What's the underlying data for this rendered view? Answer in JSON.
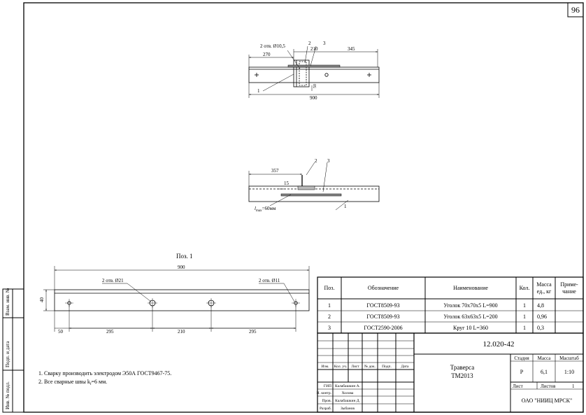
{
  "sheet_number": "96",
  "top_view": {
    "dim_holes": "2 отв. Ø10,5",
    "dim_270": "270",
    "dim_210": "210",
    "dim_345": "345",
    "dim_900": "900",
    "dim_50": "50",
    "callout_1": "1",
    "callout_2": "2",
    "callout_3": "3"
  },
  "side_view": {
    "dim_357": "357",
    "dim_15": "15",
    "weld_note": "l",
    "weld_sub": "max",
    "weld_value": "=60мм",
    "callout_1": "1",
    "callout_2": "2",
    "callout_3": "3"
  },
  "part_view": {
    "title": "Поз. 1",
    "dim_900": "900",
    "dim_40": "40",
    "hole_21": "2 отв. Ø21",
    "hole_11": "2 отв. Ø11",
    "dim_50": "50",
    "dim_295a": "295",
    "dim_210": "210",
    "dim_295b": "295"
  },
  "notes": {
    "n1": "1. Сварку производить электродом Э50А ГОСТ9467-75.",
    "n2_pre": "2. Все сварные швы k",
    "n2_sub": "f",
    "n2_post": "=6 мм."
  },
  "spec_table": {
    "headers": {
      "pos": "Поз.",
      "designation": "Обозначение",
      "name": "Наименование",
      "qty": "Кол.",
      "mass1": "Масса",
      "mass2": "ед., кг",
      "note1": "Приме-",
      "note2": "чание"
    },
    "rows": [
      {
        "pos": "1",
        "designation": "ГОСТ8509-93",
        "name": "Уголок 70х70х5 L=900",
        "qty": "1",
        "mass": "4,8"
      },
      {
        "pos": "2",
        "designation": "ГОСТ8509-93",
        "name": "Уголок 63х63х5 L=200",
        "qty": "1",
        "mass": "0,96"
      },
      {
        "pos": "3",
        "designation": "ГОСТ2590-2006",
        "name": "Круг 10 L=360",
        "qty": "1",
        "mass": "0,3"
      }
    ]
  },
  "title_block": {
    "doc_code": "12.020-42",
    "title_line1": "Траверса",
    "title_line2": "ТМ2013",
    "stage_label": "Стадия",
    "mass_label": "Масса",
    "scale_label": "Масштаб",
    "stage": "Р",
    "mass": "6,1",
    "scale": "1:10",
    "sheet_label": "Лист",
    "sheets_label": "Листов",
    "sheets": "1",
    "org": "ОАО \"НИИЦ МРСК\"",
    "col_heads": [
      "Изм.",
      "Кол. уч.",
      "Лист",
      "№ док.",
      "Подп.",
      "Дата"
    ],
    "roles": [
      {
        "role": "ГИП",
        "name": "Калабашкин А."
      },
      {
        "role": "Н. контр.",
        "name": "Холова"
      },
      {
        "role": "Пров.",
        "name": "Калабашкин Д."
      },
      {
        "role": "Разраб.",
        "name": "Зыбанов"
      }
    ]
  },
  "side_stamps": {
    "inv_orig": "Инв. № подл.",
    "sign_date": "Подп. и дата",
    "inv_replace": "Взам. инв. №"
  }
}
